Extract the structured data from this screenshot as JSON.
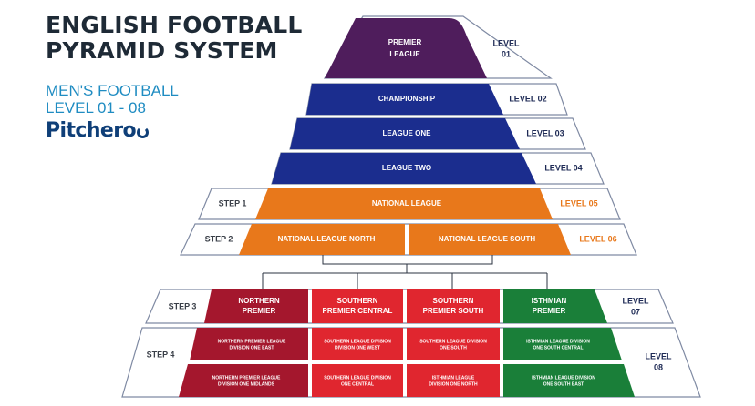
{
  "header": {
    "title_line1": "ENGLISH FOOTBALL",
    "title_line2": "PYRAMID SYSTEM",
    "subtitle_line1": "MEN'S FOOTBALL",
    "subtitle_line2": "LEVEL 01 - 08",
    "logo": "Pitchero",
    "logo_icon": "pitchero-logo-icon"
  },
  "colors": {
    "premier": "#4f1d5c",
    "efl": "#1b2d8e",
    "national": "#e8781b",
    "northern": "#a4172d",
    "southern": "#e0262f",
    "isthmian": "#1a7f39",
    "outline": "#7f8aa3"
  },
  "tiers": {
    "premier": {
      "label_line1": "PREMIER",
      "label_line2": "LEAGUE",
      "level_line1": "LEVEL",
      "level_line2": "01"
    },
    "championship": {
      "label": "CHAMPIONSHIP",
      "level": "LEVEL 02"
    },
    "league_one": {
      "label": "LEAGUE ONE",
      "level": "LEVEL 03"
    },
    "league_two": {
      "label": "LEAGUE TWO",
      "level": "LEVEL 04"
    },
    "national": {
      "step": "STEP 1",
      "label": "NATIONAL LEAGUE",
      "level": "LEVEL 05"
    },
    "national_split": {
      "step": "STEP 2",
      "north": "NATIONAL LEAGUE NORTH",
      "south": "NATIONAL LEAGUE SOUTH",
      "level": "LEVEL 06"
    },
    "step3": {
      "step": "STEP 3",
      "level_line1": "LEVEL",
      "level_line2": "07",
      "boxes": [
        {
          "line1": "NORTHERN",
          "line2": "PREMIER"
        },
        {
          "line1": "SOUTHERN",
          "line2": "PREMIER CENTRAL"
        },
        {
          "line1": "SOUTHERN",
          "line2": "PREMIER SOUTH"
        },
        {
          "line1": "ISTHMIAN",
          "line2": "PREMIER"
        }
      ]
    },
    "step4": {
      "step": "STEP 4",
      "level_line1": "LEVEL",
      "level_line2": "08",
      "rows": [
        [
          {
            "line1": "NORTHERN PREMIER LEAGUE",
            "line2": "DIVISION ONE EAST"
          },
          {
            "line1": "SOUTHERN LEAGUE DIVISION",
            "line2": "DIVISION ONE WEST"
          },
          {
            "line1": "SOUTHERN LEAGUE DIVISION",
            "line2": "ONE SOUTH"
          },
          {
            "line1": "ISTHMIAN LEAGUE DIVISION",
            "line2": "ONE SOUTH CENTRAL"
          }
        ],
        [
          {
            "line1": "NORTHERN PREMIER LEAGUE",
            "line2": "DIVISION ONE MIDLANDS"
          },
          {
            "line1": "SOUTHERN LEAGUE DIVISION",
            "line2": "ONE CENTRAL"
          },
          {
            "line1": "ISTHMIAN LEAGUE",
            "line2": "DIVISION ONE NORTH"
          },
          {
            "line1": "ISTHMIAN LEAGUE DIVISION",
            "line2": "ONE SOUTH EAST"
          }
        ]
      ]
    }
  }
}
